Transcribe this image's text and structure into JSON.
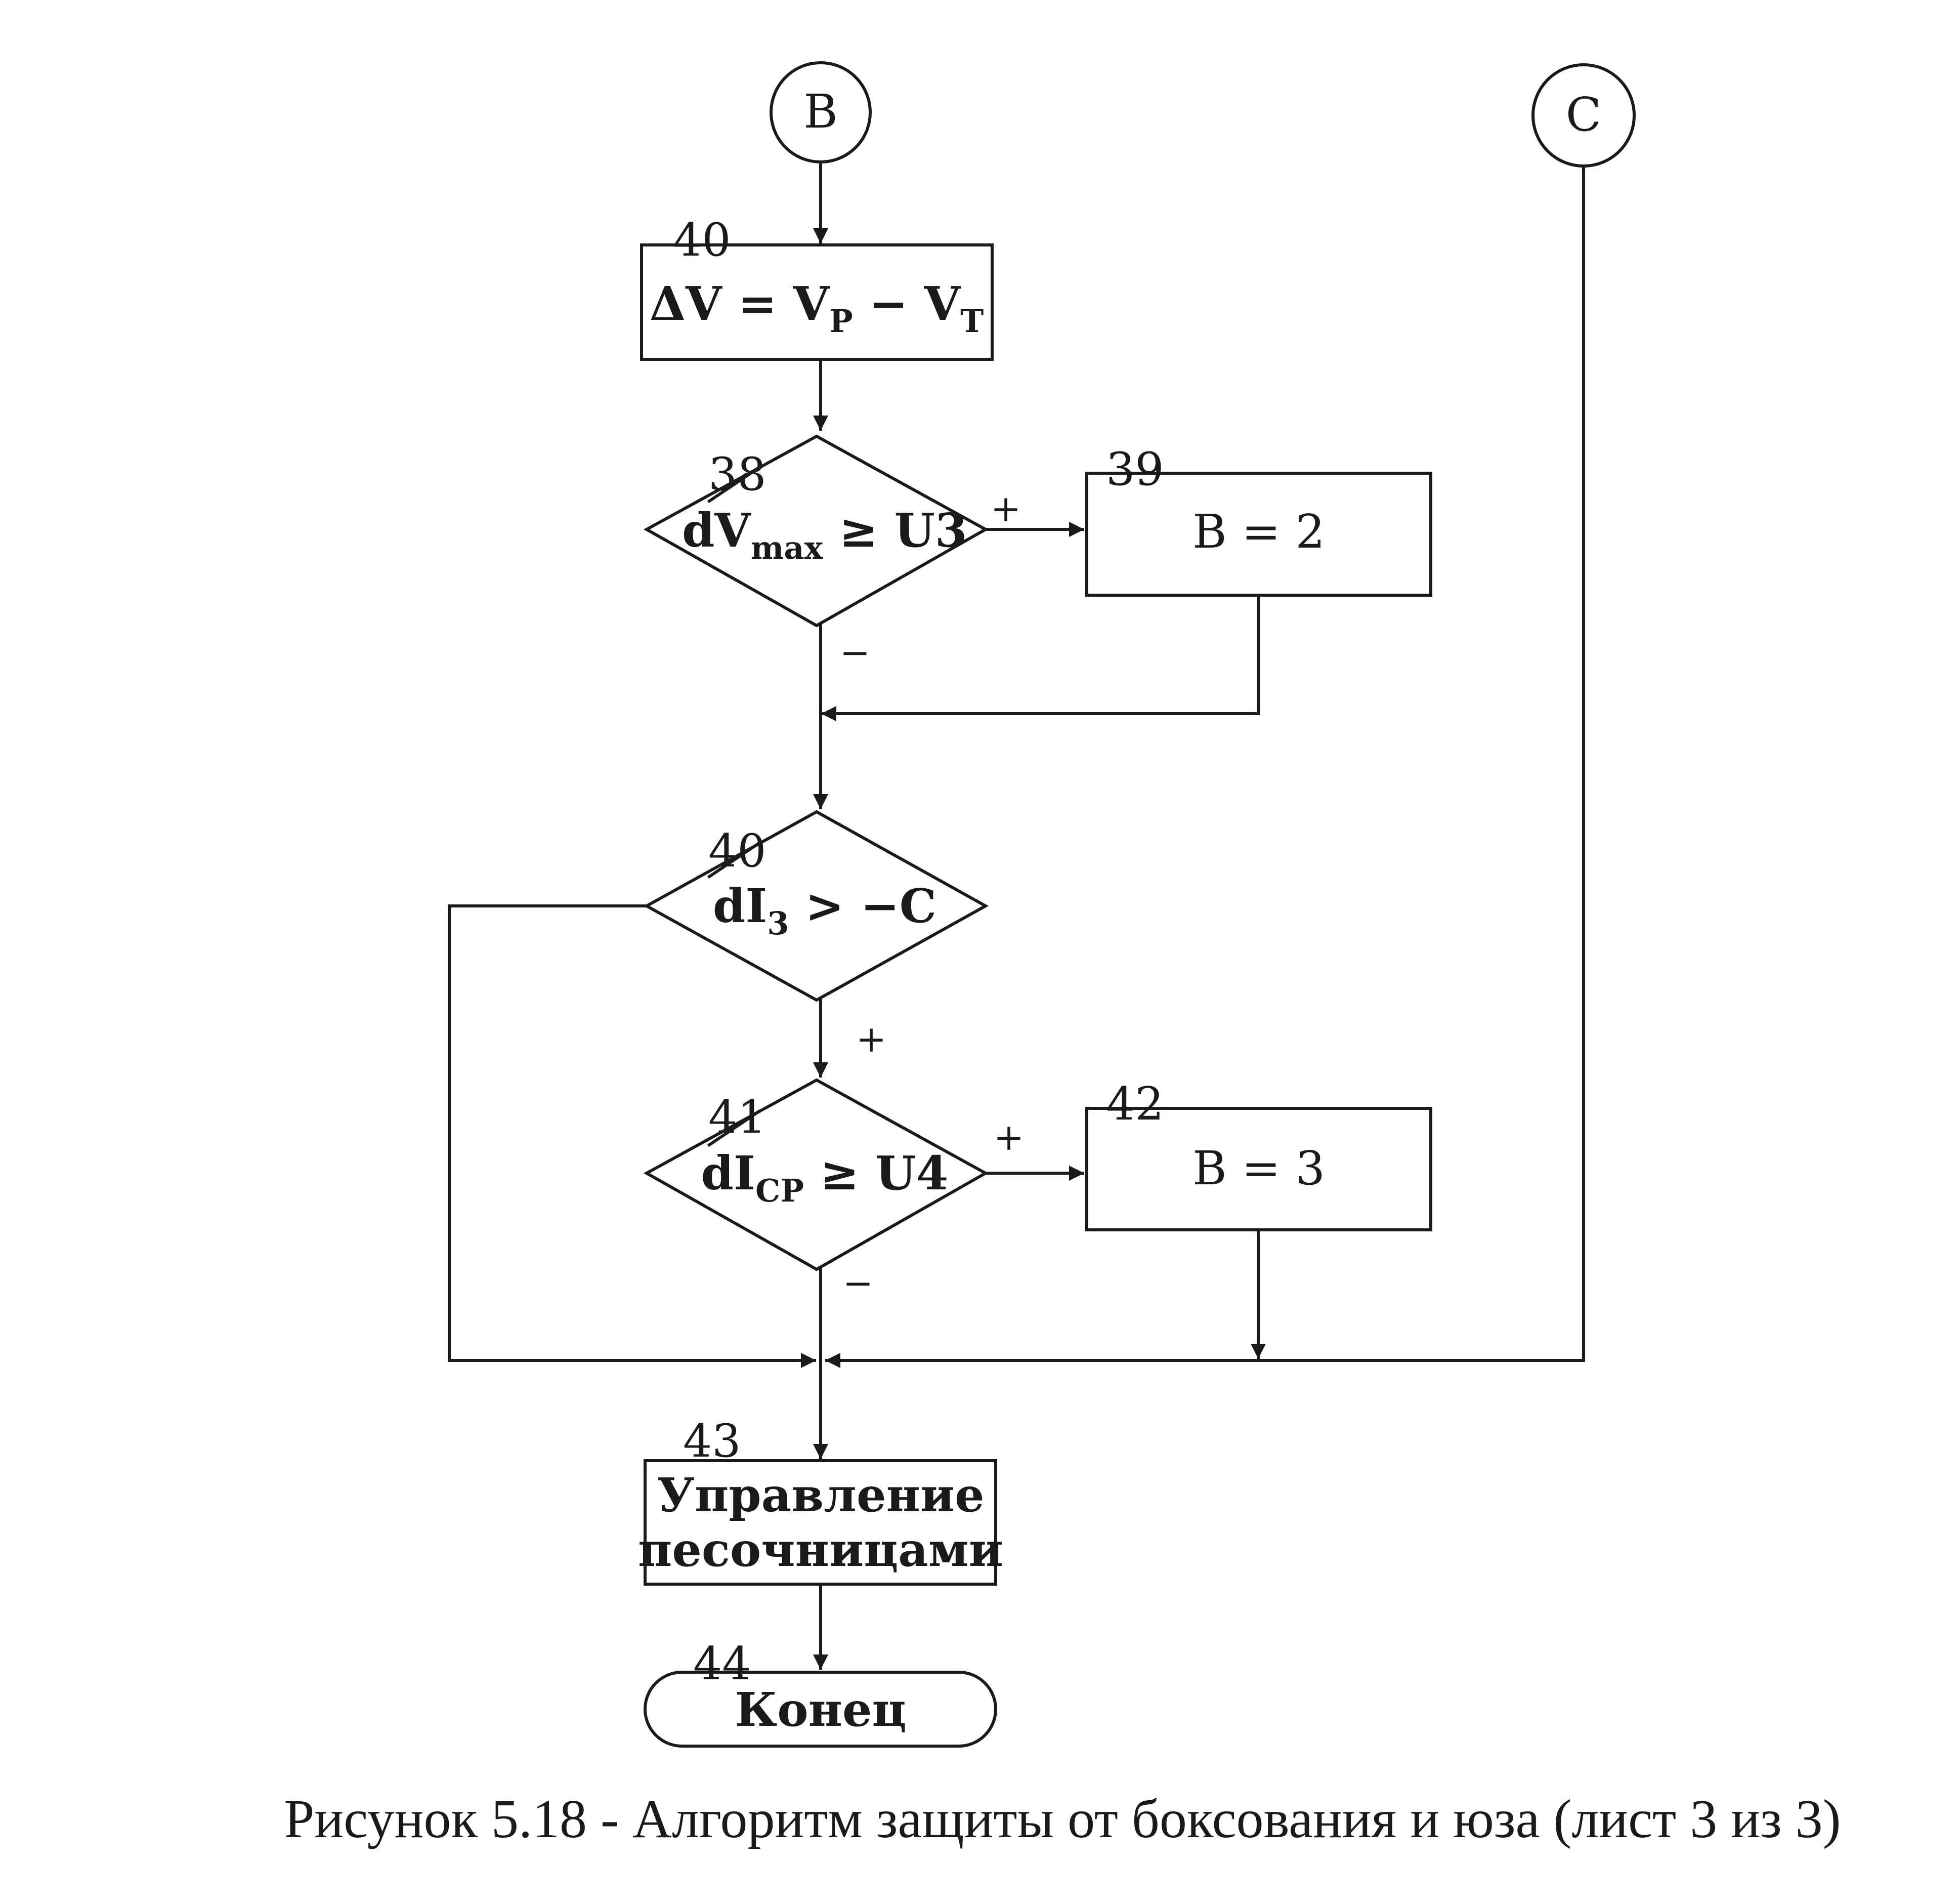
{
  "connectors": {
    "b": "B",
    "c": "C"
  },
  "block40_top": {
    "number": "40",
    "formula": {
      "lhs": "ΔV = V",
      "sub1": "P",
      "mid": " − V",
      "sub2": "T"
    }
  },
  "decision38": {
    "number": "38",
    "cond": {
      "pre": "dV",
      "sub": "max",
      "post": " ≥ U3"
    },
    "yes": "+",
    "no": "−"
  },
  "block39": {
    "number": "39",
    "text": "B = 2"
  },
  "decision40": {
    "number": "40",
    "cond": {
      "pre": "dI",
      "sub": "3",
      "post": " > −C"
    },
    "yes": "+"
  },
  "decision41": {
    "number": "41",
    "cond": {
      "pre": "dI",
      "sub": "CP",
      "post": " ≥ U4"
    },
    "yes": "+",
    "no": "−"
  },
  "block42": {
    "number": "42",
    "text": "B = 3"
  },
  "block43": {
    "number": "43",
    "line1": "Управление",
    "line2": "песочницами"
  },
  "terminal44": {
    "number": "44",
    "text": "Конец"
  },
  "caption": "Рисунок 5.18 - Алгоритм защиты от боксования и юза (лист 3 из 3)",
  "colors": {
    "ink": "#1a1a1a",
    "background": "#ffffff"
  }
}
